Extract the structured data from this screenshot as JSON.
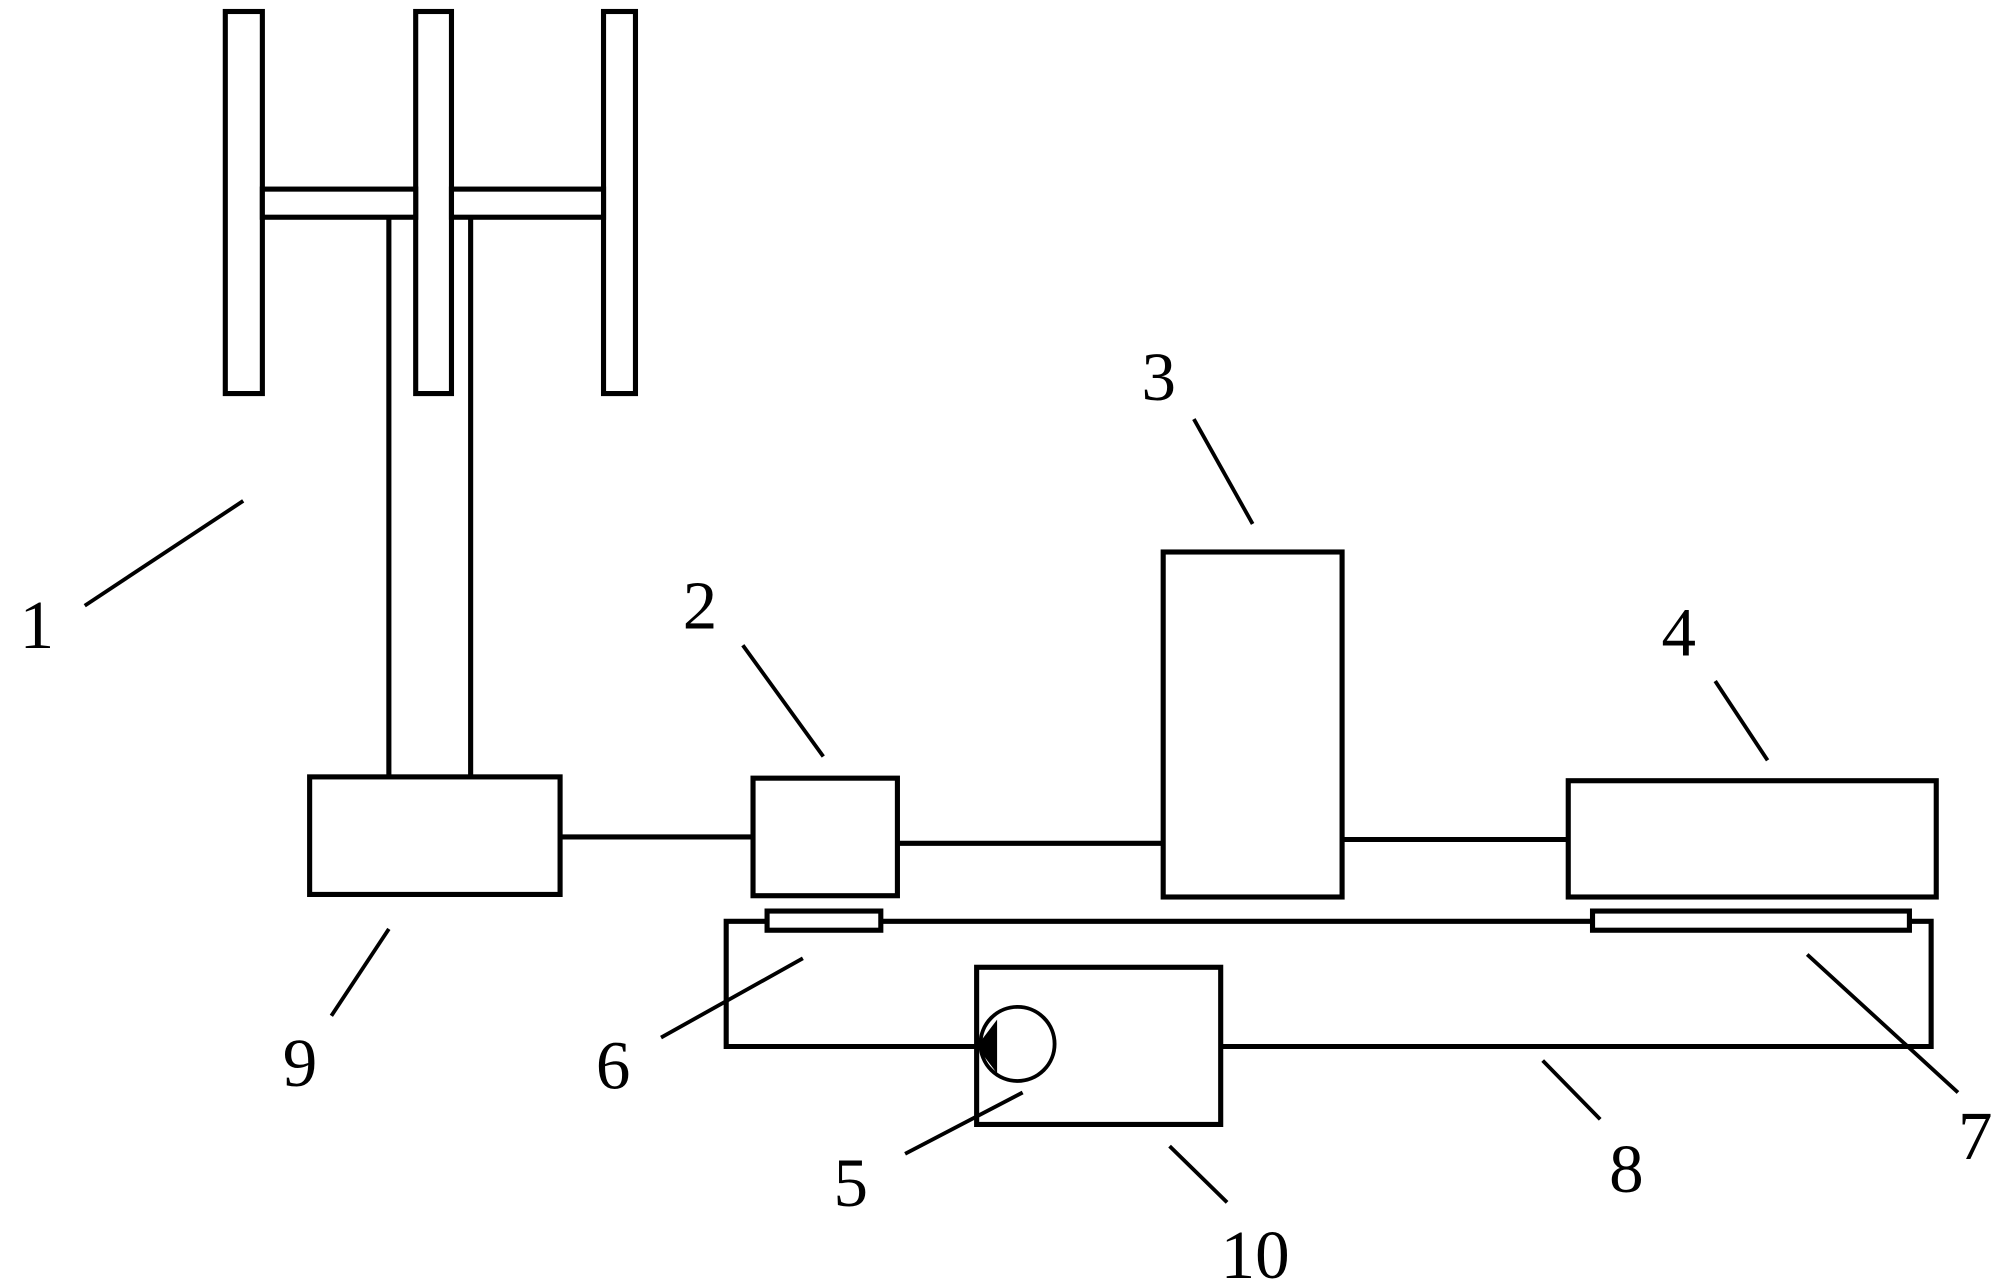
{
  "figure": {
    "type": "schematic",
    "line_color": "#000000",
    "background": "#ffffff",
    "labels": {
      "l1": "1",
      "l2": "2",
      "l3": "3",
      "l4": "4",
      "l5": "5",
      "l6": "6",
      "l7": "7",
      "l8": "8",
      "l9": "9",
      "l10": "10"
    }
  }
}
